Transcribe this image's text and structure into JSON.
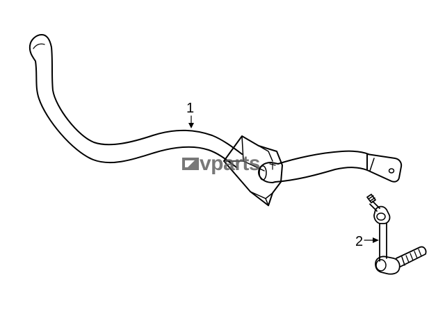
{
  "callouts": [
    {
      "id": "1",
      "label": "1"
    },
    {
      "id": "2",
      "label": "2"
    }
  ],
  "watermark": {
    "text": "vparts"
  },
  "colors": {
    "line": "#000000",
    "background": "#ffffff",
    "watermark": "#5a5a5a"
  }
}
